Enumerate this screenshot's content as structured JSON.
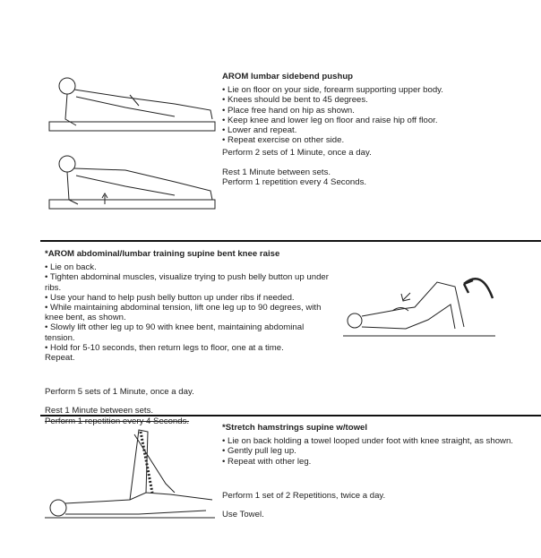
{
  "sections": [
    {
      "title": "AROM lumbar sidebend pushup",
      "bullets": [
        "• Lie on floor on your side, forearm supporting upper body.",
        "• Knees should be bent to 45 degrees.",
        "• Place free hand on hip as shown.",
        "• Keep knee and lower leg on floor and raise hip off floor.",
        "• Lower and repeat.",
        "• Repeat exercise on other side."
      ],
      "dosage": "Perform 2 sets of 1 Minute, once a day.",
      "rest": "Rest 1 Minute between sets.",
      "reps": "Perform 1 repetition every 4 Seconds."
    },
    {
      "title": "*AROM abdominal/lumbar training supine bent knee raise",
      "bullets": [
        "• Lie on back.",
        "• Tighten abdominal muscles, visualize trying to push belly button up under ribs.",
        "• Use your hand to help push belly button up under ribs if needed.",
        "• While maintaining abdominal tension, lift one leg up to 90 degrees, with knee bent, as shown.",
        "• Slowly lift other leg up to 90 with knee bent, maintaining abdominal tension.",
        "• Hold for 5-10 seconds, then return legs to floor, one at a time.",
        "Repeat."
      ],
      "dosage": "Perform 5 sets of 1 Minute, once a day.",
      "rest": "Rest 1 Minute between sets.",
      "reps": "Perform 1 repetition every 4 Seconds."
    },
    {
      "title": "*Stretch hamstrings supine w/towel",
      "bullets": [
        "• Lie on back holding a towel looped under foot with knee straight, as shown.",
        "• Gently pull leg up.",
        "• Repeat with other leg."
      ],
      "dosage": "Perform 1 set of 2 Repetitions, twice a day.",
      "note": "Use Towel."
    }
  ]
}
